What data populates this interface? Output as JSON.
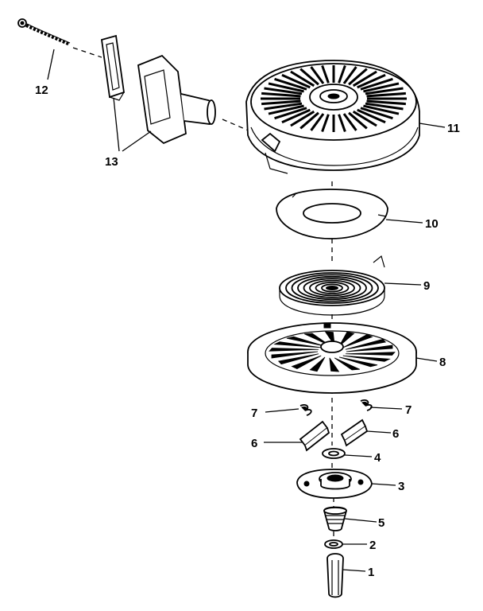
{
  "callouts": [
    {
      "id": "12",
      "label": "12"
    },
    {
      "id": "13",
      "label": "13"
    },
    {
      "id": "11",
      "label": "11"
    },
    {
      "id": "10",
      "label": "10"
    },
    {
      "id": "9",
      "label": "9"
    },
    {
      "id": "8",
      "label": "8"
    },
    {
      "id": "7a",
      "label": "7"
    },
    {
      "id": "7b",
      "label": "7"
    },
    {
      "id": "6a",
      "label": "6"
    },
    {
      "id": "6b",
      "label": "6"
    },
    {
      "id": "4",
      "label": "4"
    },
    {
      "id": "3",
      "label": "3"
    },
    {
      "id": "5",
      "label": "5"
    },
    {
      "id": "2",
      "label": "2"
    },
    {
      "id": "1",
      "label": "1"
    }
  ]
}
